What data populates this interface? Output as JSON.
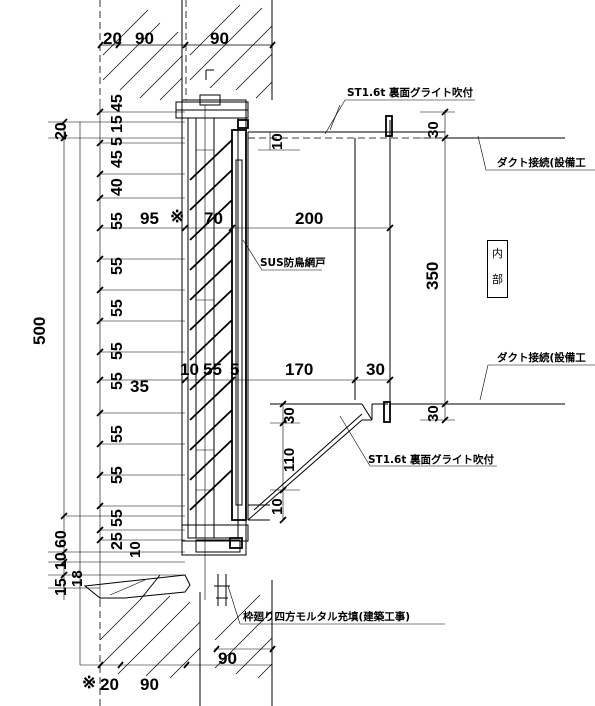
{
  "dimensions": {
    "top_20": "20",
    "top_90a": "90",
    "top_90b": "90",
    "v_45a": "45",
    "v_15": "15",
    "v_5": "5",
    "v_45b": "45",
    "v_40": "40",
    "v_55": "55",
    "v_55b": "55",
    "v_55c": "55",
    "v_55d": "55",
    "v_55e": "55",
    "v_55f": "55",
    "v_55g": "55",
    "v_55h": "55",
    "v_25": "25",
    "v_10": "10",
    "left_20": "20",
    "left_500": "500",
    "left_60": "60",
    "left_10": "10",
    "left_15": "15",
    "left_18": "18",
    "h_95": "95",
    "h_70": "70",
    "h_200": "200",
    "h_10": "10",
    "h_55": "55",
    "h_5": "5",
    "h_35": "35",
    "h_170": "170",
    "h_30": "30",
    "r_10a": "10",
    "r_30a": "30",
    "r_350": "350",
    "r_30b": "30",
    "r_30c": "30",
    "r_110": "110",
    "r_10b": "10",
    "bottom_20": "20",
    "bottom_90a": "90",
    "bottom_90b": "90",
    "mark_x1": "※",
    "mark_x2": "※"
  },
  "notes": {
    "st_top": "ST1.6t 裏面グライト吹付",
    "duct_top": "ダクト接続(設備工",
    "sus_screen": "SUS防鳥網戸",
    "duct_mid": "ダクト接続(設備工",
    "st_bottom": "ST1.6t 裏面グライト吹付",
    "mortar": "枠廻り四方モルタル充填(建築工事)",
    "interior_1": "内",
    "interior_2": "部"
  }
}
